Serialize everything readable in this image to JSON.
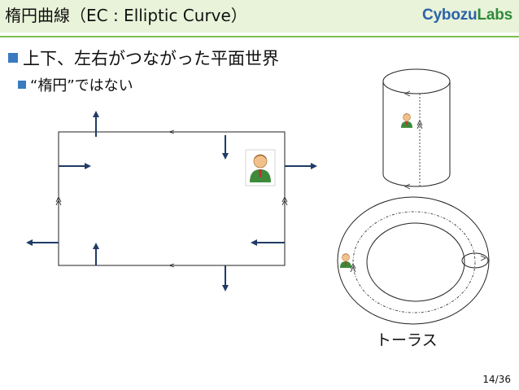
{
  "slide": {
    "title": "楕円曲線（EC : Elliptic Curve）",
    "logo_main": "Cybozu",
    "logo_sub": "Labs",
    "bullets": [
      "上下、左右がつながった平面世界",
      "“楕円”ではない"
    ],
    "torus_label": "トーラス",
    "page_number": "14/36"
  },
  "colors": {
    "header_bg": "#e9f3d9",
    "accent_line": "#7fbf4f",
    "bullet": "#3a7ac0",
    "arrow": "#1f3b66",
    "logo_blue": "#2b63a8",
    "logo_green": "#2f8a3a"
  },
  "icons": {
    "person": "person-icon",
    "bullet": "square-bullet-icon"
  }
}
